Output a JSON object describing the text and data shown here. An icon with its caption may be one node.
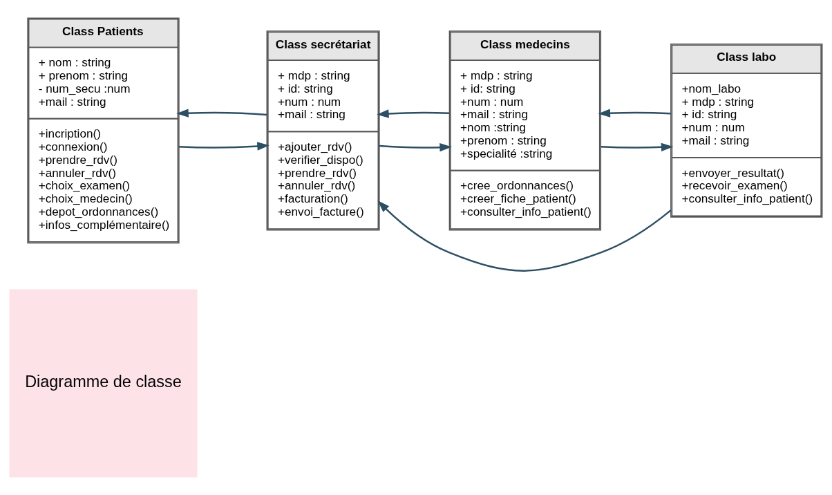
{
  "diagram": {
    "nodes": [
      {
        "text": [
          "Class Patients",
          "+ nom : string + prenom : string - num_secu :num +mail : string",
          "+incription() +connexion() +prendre_rdv() +annuler_rdv() +choix_examen() +choix_medecin() +depot_ordonnances() +infos_complémentaire()"
        ]
      },
      {
        "text": [
          "Class secrétariat",
          "+ mdp : string + id: string +num : num +mail : string",
          "+ajouter_rdv() +verifier_dispo() +prendre_rdv() +annuler_rdv() +facturation() +envoi_facture()"
        ]
      },
      {
        "text": [
          "Class medecins",
          "+ mdp : string + id: string +num : num +mail : string +nom :string +prenom : string +specialité :string",
          "+cree_ordonnances() +creer_fiche_patient() +consulter_info_patient()"
        ]
      },
      {
        "text": [
          "Class labo",
          "+nom_labo + mdp : string + id: string +num : num +mail : string",
          "+envoyer_resultat() +recevoir_examen() +consulter_info_patient()"
        ]
      },
      {
        "text": [
          "Diagramme de classe"
        ]
      }
    ],
    "edges": [
      {
        "from": 1,
        "to": 0,
        "arrow": "to"
      },
      {
        "from": 0,
        "to": 1,
        "arrow": "to"
      },
      {
        "from": 2,
        "to": 1,
        "arrow": "to"
      },
      {
        "from": 1,
        "to": 2,
        "arrow": "to"
      },
      {
        "from": 3,
        "to": 1,
        "arrow": "to"
      },
      {
        "from": 3,
        "to": 2,
        "arrow": "to"
      },
      {
        "from": 2,
        "to": 3,
        "arrow": "to"
      }
    ]
  }
}
